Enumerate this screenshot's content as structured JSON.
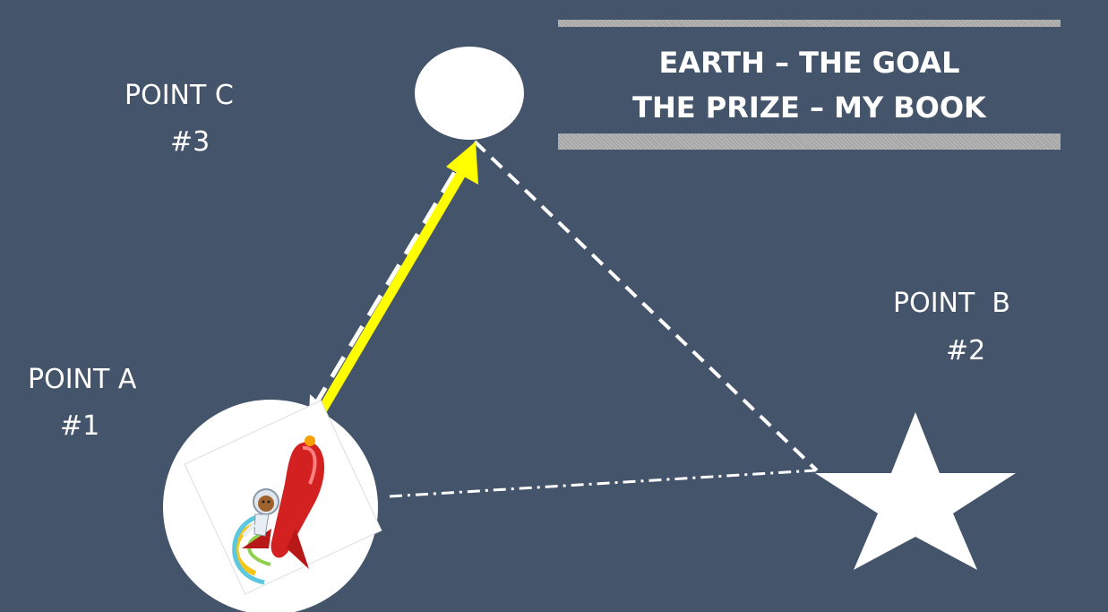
{
  "labels": {
    "point_c": "POINT C",
    "point_c_num": "#3",
    "point_b": "POINT  B",
    "point_b_num": "#2",
    "point_a": "POINT A",
    "point_a_num": "#1"
  },
  "banner": {
    "line1": "EARTH – THE GOAL",
    "line2": "THE PRIZE – MY BOOK"
  },
  "colors": {
    "background": "#44546a",
    "arrow": "#ffff00",
    "shapes": "#ffffff",
    "banner_border": "#a6a6a6"
  },
  "icons": [
    "earth-circle",
    "star-point-b",
    "rocket-astronaut-icon"
  ]
}
